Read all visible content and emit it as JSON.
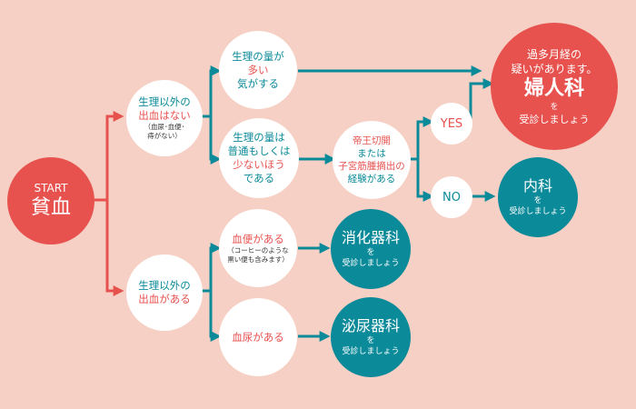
{
  "start": {
    "label": "START",
    "title": "貧血"
  },
  "q_not_anemia_blood": {
    "line1_teal": "生理以外の",
    "line2_red": "出血はない",
    "note1": "（血尿･血便･",
    "note2": "痔がない）"
  },
  "q_heavy": {
    "line1": "生理の量が",
    "line2_red": "多い",
    "line3": "気がする"
  },
  "q_normal": {
    "line1": "生理の量は",
    "line2": "普通もしくは",
    "line3_red": "少ないほう",
    "line4": "である"
  },
  "q_history": {
    "line1_red": "帝王切開",
    "line2": "または",
    "line3_red": "子宮筋腫摘出の",
    "line4": "経験がある"
  },
  "yes": "YES",
  "no": "NO",
  "result_gyn": {
    "line1": "過多月経の",
    "line2": "疑いがあります。",
    "title": "婦人科",
    "wo": "を",
    "sub": "受診しましょう"
  },
  "result_internal": {
    "title": "内科",
    "wo": "を",
    "sub": "受診しましょう"
  },
  "q_other_blood": {
    "line1_teal": "生理以外の",
    "line2_red": "出血がある"
  },
  "q_stool": {
    "line1_red": "血便がある",
    "note1": "（コーヒーのような",
    "note2": "黒い便も含みます）"
  },
  "q_urine": {
    "line1_red": "血尿がある"
  },
  "result_gi": {
    "title": "消化器科",
    "wo": "を",
    "sub": "受診しましょう"
  },
  "result_uro": {
    "title": "泌尿器科",
    "wo": "を",
    "sub": "受診しましょう"
  },
  "colors": {
    "background": "#f6d0c4",
    "red": "#e7524f",
    "teal": "#0b8a99",
    "white": "#ffffff"
  }
}
